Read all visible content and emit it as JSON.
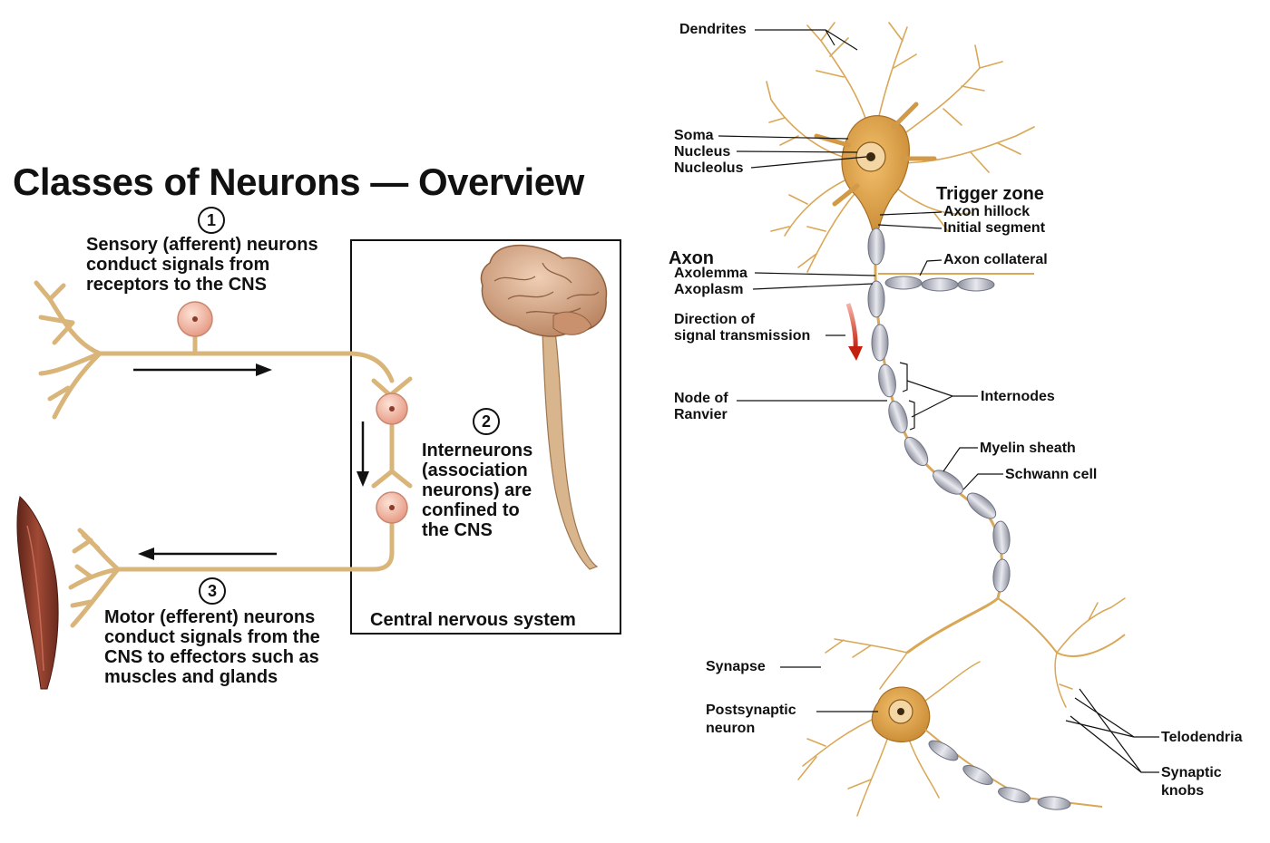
{
  "left": {
    "title": "Classes of Neurons — Overview",
    "sensory": {
      "number": "1",
      "line1": "Sensory (afferent) neurons",
      "line2": "conduct signals from",
      "line3": "receptors to the CNS"
    },
    "inter": {
      "number": "2",
      "line1": "Interneurons",
      "line2": "(association",
      "line3": "neurons) are",
      "line4": "confined to",
      "line5": "the CNS"
    },
    "motor": {
      "number": "3",
      "line1": "Motor (efferent) neurons",
      "line2": "conduct signals from the",
      "line3": "CNS to effectors such as",
      "line4": "muscles and glands"
    },
    "cns_label": "Central nervous system"
  },
  "right": {
    "labels": {
      "dendrites": "Dendrites",
      "soma": "Soma",
      "nucleus": "Nucleus",
      "nucleolus": "Nucleolus",
      "trigger_zone": "Trigger zone",
      "axon_hillock": "Axon hillock",
      "initial_segment": "Initial segment",
      "axon": "Axon",
      "axolemma": "Axolemma",
      "axoplasm": "Axoplasm",
      "axon_collateral": "Axon collateral",
      "direction_1": "Direction of",
      "direction_2": "signal transmission",
      "node_1": "Node of",
      "node_2": "Ranvier",
      "internodes": "Internodes",
      "myelin_sheath": "Myelin sheath",
      "schwann_cell": "Schwann cell",
      "synapse": "Synapse",
      "postsynaptic_1": "Postsynaptic",
      "postsynaptic_2": "neuron",
      "telodendria": "Telodendria",
      "synaptic_1": "Synaptic",
      "synaptic_2": "knobs"
    }
  },
  "colors": {
    "nerve": "#d9b57a",
    "nerve_dark": "#a98242",
    "soma_pink": "#f2b7a4",
    "neuron_orange": "#e0a34a",
    "myelin": "#c9cbd3",
    "muscle": "#8a3b2c",
    "brain": "#d8a98a",
    "arrow_red": "#cc2a1a"
  }
}
